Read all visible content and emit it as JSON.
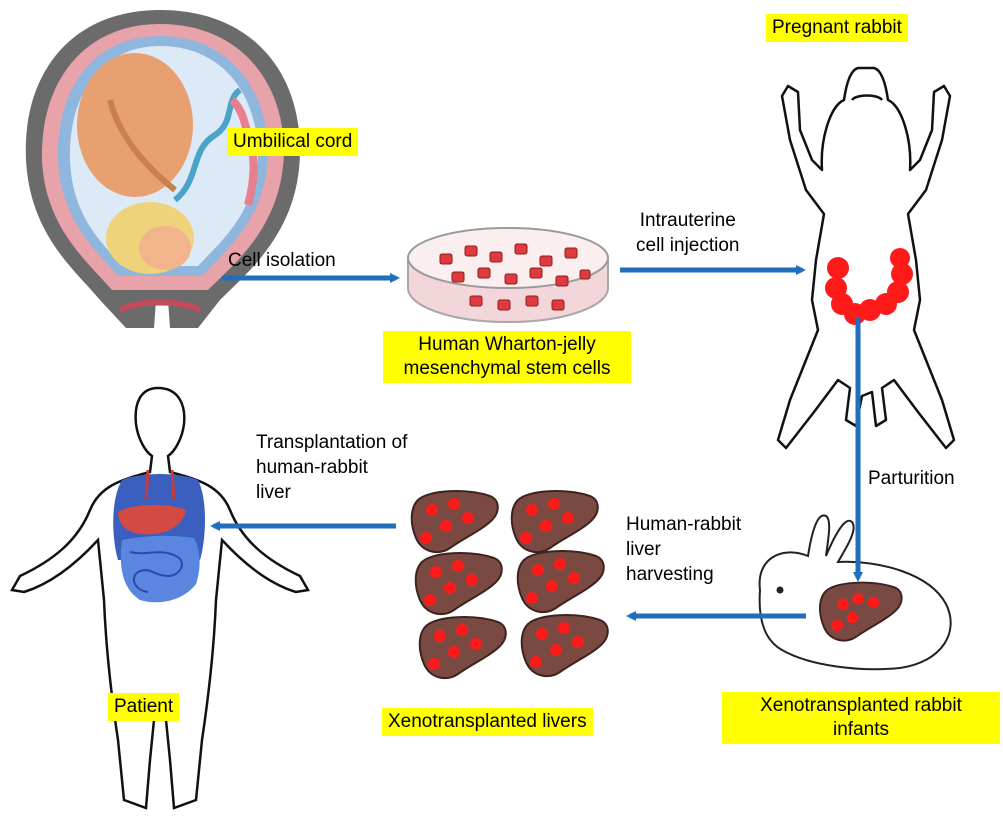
{
  "labels": {
    "umbilical_cord": "Umbilical cord",
    "pregnant_rabbit": "Pregnant rabbit",
    "wj_msc_line1": "Human Wharton-jelly",
    "wj_msc_line2": "mesenchymal stem cells",
    "patient": "Patient",
    "xeno_livers": "Xenotransplanted livers",
    "xeno_infants_line1": "Xenotransplanted rabbit",
    "xeno_infants_line2": "infants"
  },
  "steps": {
    "cell_isolation": "Cell isolation",
    "intrauterine_line1": "Intrauterine",
    "intrauterine_line2": "cell injection",
    "parturition": "Parturition",
    "harvest_line1": "Human-rabbit",
    "harvest_line2": "liver",
    "harvest_line3": "harvesting",
    "transplant_line1": "Transplantation of",
    "transplant_line2": "human-rabbit",
    "transplant_line3": "liver"
  },
  "colors": {
    "arrow": "#1f6fbe",
    "label_bg": "#ffff00",
    "liver": "#7a4a42",
    "liver_dot": "#ff1a1a",
    "uterus_injection": "#ff1a1a"
  }
}
